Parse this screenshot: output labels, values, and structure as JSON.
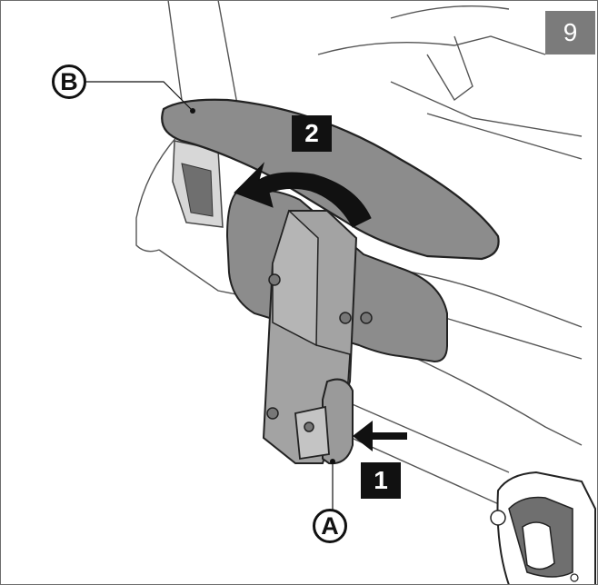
{
  "figure_number": "9",
  "callouts": {
    "b": "B",
    "a": "A"
  },
  "steps": {
    "first": "1",
    "second": "2"
  },
  "colors": {
    "badge": "#7b7b7b",
    "armrest": "#8c8c8c",
    "bracket": "#9a9a9a",
    "arrow": "#111111"
  }
}
